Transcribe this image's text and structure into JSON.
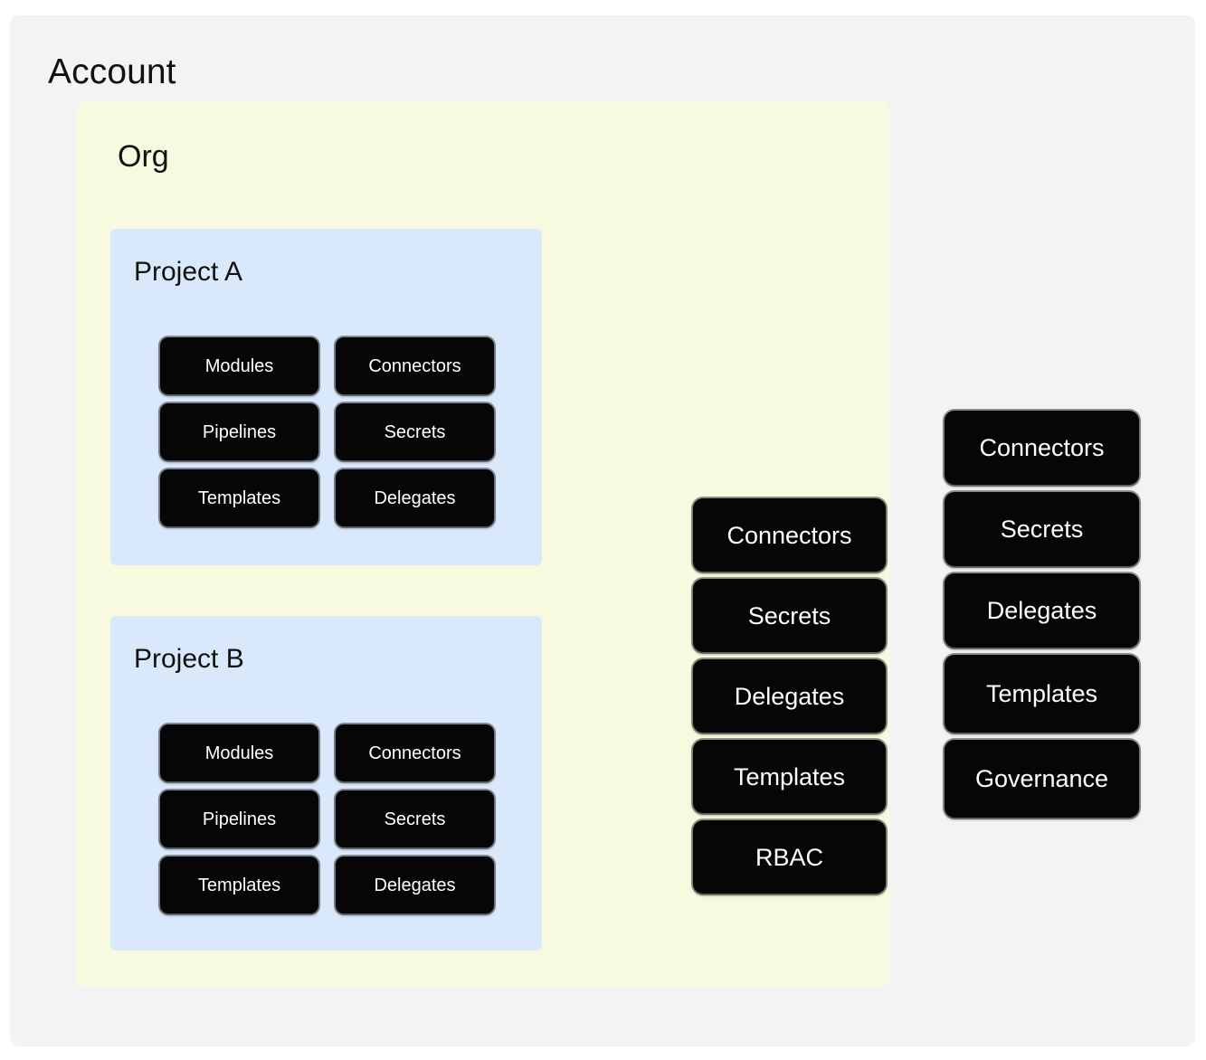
{
  "account": {
    "title": "Account",
    "background_color": "#f3f3f3",
    "resources": [
      {
        "label": "Connectors"
      },
      {
        "label": "Secrets"
      },
      {
        "label": "Delegates"
      },
      {
        "label": "Templates"
      },
      {
        "label": "Governance"
      }
    ]
  },
  "org": {
    "title": "Org",
    "background_color": "#f7fade",
    "resources": [
      {
        "label": "Connectors"
      },
      {
        "label": "Secrets"
      },
      {
        "label": "Delegates"
      },
      {
        "label": "Templates"
      },
      {
        "label": "RBAC"
      }
    ]
  },
  "projects": [
    {
      "title": "Project A",
      "background_color": "#d9e9fb",
      "resources": [
        {
          "label": "Modules"
        },
        {
          "label": "Connectors"
        },
        {
          "label": "Pipelines"
        },
        {
          "label": "Secrets"
        },
        {
          "label": "Templates"
        },
        {
          "label": "Delegates"
        }
      ]
    },
    {
      "title": "Project B",
      "background_color": "#d9e9fb",
      "resources": [
        {
          "label": "Modules"
        },
        {
          "label": "Connectors"
        },
        {
          "label": "Pipelines"
        },
        {
          "label": "Secrets"
        },
        {
          "label": "Templates"
        },
        {
          "label": "Delegates"
        }
      ]
    }
  ],
  "theme": {
    "chip_fill": "#060606",
    "chip_text": "#ffffff",
    "page_background": "#ffffff",
    "text_color": "#111111"
  }
}
